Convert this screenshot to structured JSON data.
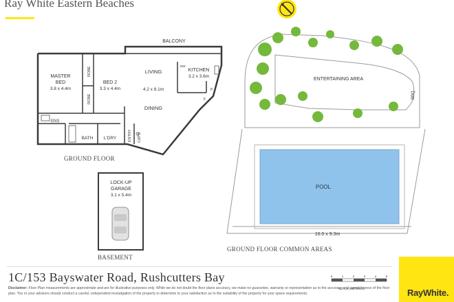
{
  "header": {
    "brand": "Ray White Eastern Beaches"
  },
  "rooms": {
    "balcony": "BALCONY",
    "master_bed": "MASTER",
    "master_bed_2": "BED",
    "master_bed_size": "3.8 x 4.4m",
    "robe_1": "ROBE",
    "robe_2": "ROBE",
    "bed2": "BED 2",
    "bed2_size": "3.3 x 4.4m",
    "living": "LIVING",
    "living_size": "4.2 x 8.1m",
    "dining": "DINING",
    "kitchen": "KITCHEN",
    "kitchen_size": "3.2 x 3.6m",
    "dw": "DW",
    "f": "F",
    "p": "P",
    "ens": "ENS",
    "bath": "BATH",
    "ldry": "L'DRY",
    "entry": "ENTRY",
    "cupd": "CUP'D"
  },
  "garage": {
    "label1": "LOCK-UP",
    "label2": "GARAGE",
    "size": "3.1 x 5.4m"
  },
  "common": {
    "entertaining": "ENTERTAINING AREA",
    "bbq": "BBQ",
    "pool": "POOL",
    "pool_size": "16.0 x 9.3m"
  },
  "captions": {
    "ground_floor": "GROUND FLOOR",
    "basement": "BASEMENT",
    "common_areas": "GROUND FLOOR COMMON AREAS"
  },
  "footer": {
    "address": "1C/153 Bayswater Road, Rushcutters Bay",
    "disclaimer_label": "Disclaimer:",
    "disclaimer_text": "Floor Plan measurements are approximate and are for illustrative purposes only. While we do not doubt the floor plans accuracy, we make no guarantee, warranty or representation as to the accuracy and completeness of the floor plan. You or your advisors should conduct a careful, independent investigation of the property to determine to your satisfaction as to the suitability of the property for your space requirements.",
    "scale_label": "SCALE (METRES)",
    "scale_ticks": [
      "0",
      "1",
      "2",
      "3",
      "4",
      "5"
    ],
    "logo_text": "RayWhite."
  },
  "colors": {
    "brand_yellow": "#ffe512",
    "pool_blue": "#8fc3ec",
    "tree_green": "#74b83c"
  }
}
